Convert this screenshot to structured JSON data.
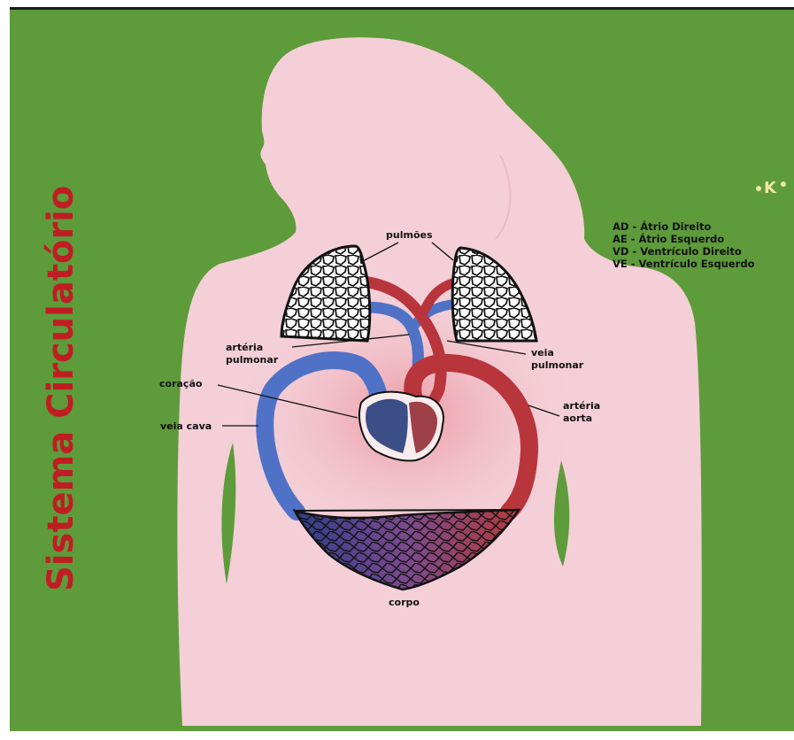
{
  "title": "Sistema Circulatório",
  "logo_text": "K",
  "colors": {
    "background": "#5e9b3b",
    "body_silhouette": "#f4cfd7",
    "title": "#c01d22",
    "oxygenated": "#b8353c",
    "deoxygenated": "#4f72c6",
    "lung_fill": "#ffffff",
    "outline": "#111111"
  },
  "legend": [
    "AD - Átrio Direito",
    "AE - Átrio Esquerdo",
    "VD - Ventrículo Direito",
    "VE - Ventrículo Esquerdo"
  ],
  "labels": {
    "lungs": "pulmões",
    "pulmonary_artery_1": "artéria",
    "pulmonary_artery_2": "pulmonar",
    "pulmonary_vein_1": "veia",
    "pulmonary_vein_2": "pulmonar",
    "heart": "coração",
    "vena_cava": "veia cava",
    "aorta_1": "artéria",
    "aorta_2": "aorta",
    "body": "corpo"
  }
}
